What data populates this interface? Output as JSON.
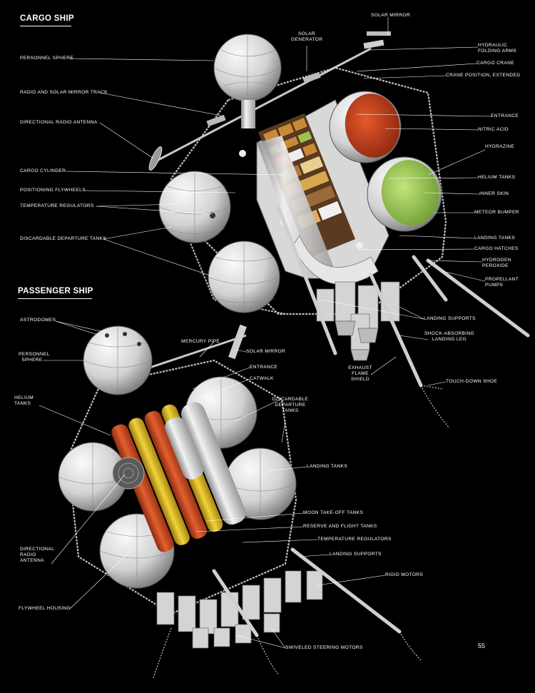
{
  "cargo_ship": {
    "title": "CARGO SHIP",
    "labels": {
      "solar_mirror": "SOLAR MIRROR",
      "solar_generator": "SOLAR GENERATOR",
      "hydraulic_folding_arms": "HYDRAULIC FOLDING ARMS",
      "cargo_crane": "CARGO CRANE",
      "crane_position_extended": "CRANE POSITION, EXTENDED",
      "personnel_sphere": "PERSONNEL SPHERE",
      "radio_and_solar_mirror_track": "RADIO AND SOLAR MIRROR TRACK",
      "directional_radio_antenna": "DIRECTIONAL RADIO ANTENNA",
      "cargo_cylinder": "CARGO CYLINDER",
      "positioning_flywheels": "POSITIONING FLYWHEELS",
      "temperature_regulators": "TEMPERATURE REGULATORS",
      "discardable_departure_tanks": "DISCARDABLE DEPARTURE TANKS",
      "entrance": "ENTRANCE",
      "nitric_acid": "NITRIC ACID",
      "hydrazine": "HYDRAZINE",
      "helium_tanks": "HELIUM TANKS",
      "inner_skin": "INNER SKIN",
      "meteor_bumper": "METEOR BUMPER",
      "landing_tanks": "LANDING TANKS",
      "cargo_hatches": "CARGO HATCHES",
      "hydrogen_peroxide": "HYDROGEN PEROXIDE",
      "propellant_pumps": "PROPELLANT PUMPS",
      "landing_supports": "LANDING SUPPORTS",
      "shock_absorbing_landing_leg": "SHOCK-ABSORBING LANDING LEG",
      "exhaust_flame_shield": "EXHAUST FLAME SHIELD",
      "touch_down_shoe": "TOUCH-DOWN SHOE"
    }
  },
  "passenger_ship": {
    "title": "PASSENGER SHIP",
    "labels": {
      "astrodomes": "ASTRODOMES",
      "personnel_sphere": "PERSONNEL SPHERE",
      "helium_tanks": "HELIUM TANKS",
      "mercury_pipe": "MERCURY PIPE",
      "solar_mirror": "SOLAR MIRROR",
      "entrance": "ENTRANCE",
      "catwalk": "CATWALK",
      "discardable_departure_tanks": "DISCARDABLE DEPARTURE TANKS",
      "landing_tanks": "LANDING TANKS",
      "moon_take_off_tanks": "MOON TAKE-OFF TANKS",
      "reserve_and_flight_tanks": "RESERVE AND FLIGHT TANKS",
      "temperature_regulators": "TEMPERATURE REGULATORS",
      "landing_supports": "LANDING SUPPORTS",
      "rigid_motors": "RIGID MOTORS",
      "directional_radio_antenna": "DIRECTIONAL RADIO ANTENNA",
      "flywheel_housing": "FLYWHEEL HOUSING",
      "swiveled_steering_motors": "SWIVELED STEERING MOTORS"
    }
  },
  "page_number": "55",
  "colors": {
    "background": "#000000",
    "label_text": "#ffffff",
    "nitric_acid_tank": "#c8401a",
    "hydrazine_tank": "#9ccc5a",
    "passenger_red_tank": "#d4502a",
    "passenger_yellow_tank": "#e8c22a",
    "sphere": "#dcdcdc"
  }
}
